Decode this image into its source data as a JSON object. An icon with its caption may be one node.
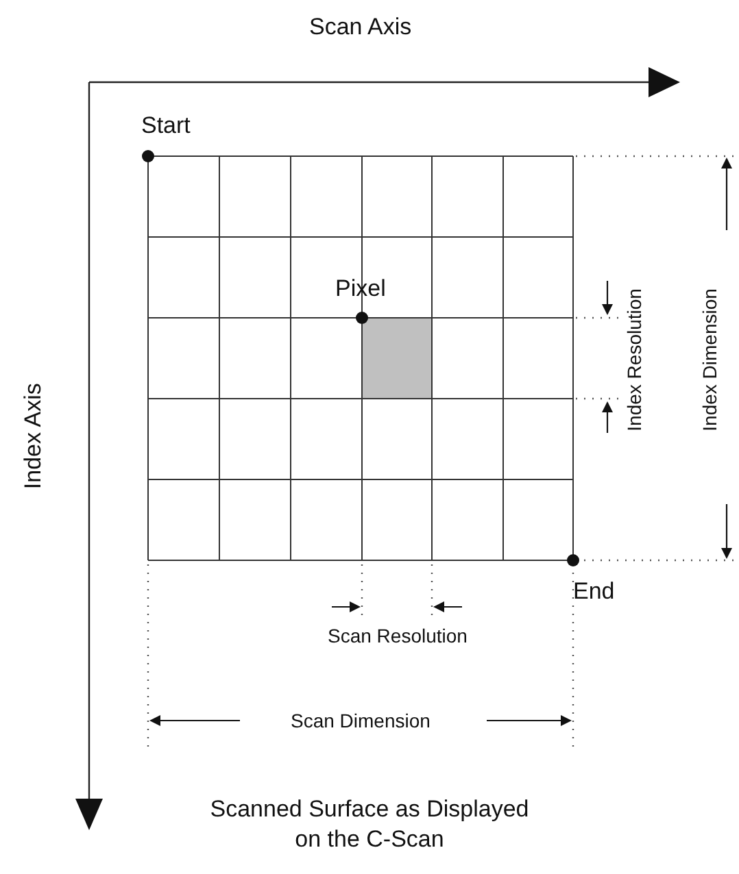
{
  "diagram": {
    "labels": [
      "Scan Axis",
      "Start",
      "Pixel",
      "Index Axis",
      "Index Resolution",
      "Index Dimension",
      "End",
      "Scan Resolution",
      "Scan Dimension"
    ],
    "caption": "Scanned Surface as Displayed on the C-Scan"
  }
}
